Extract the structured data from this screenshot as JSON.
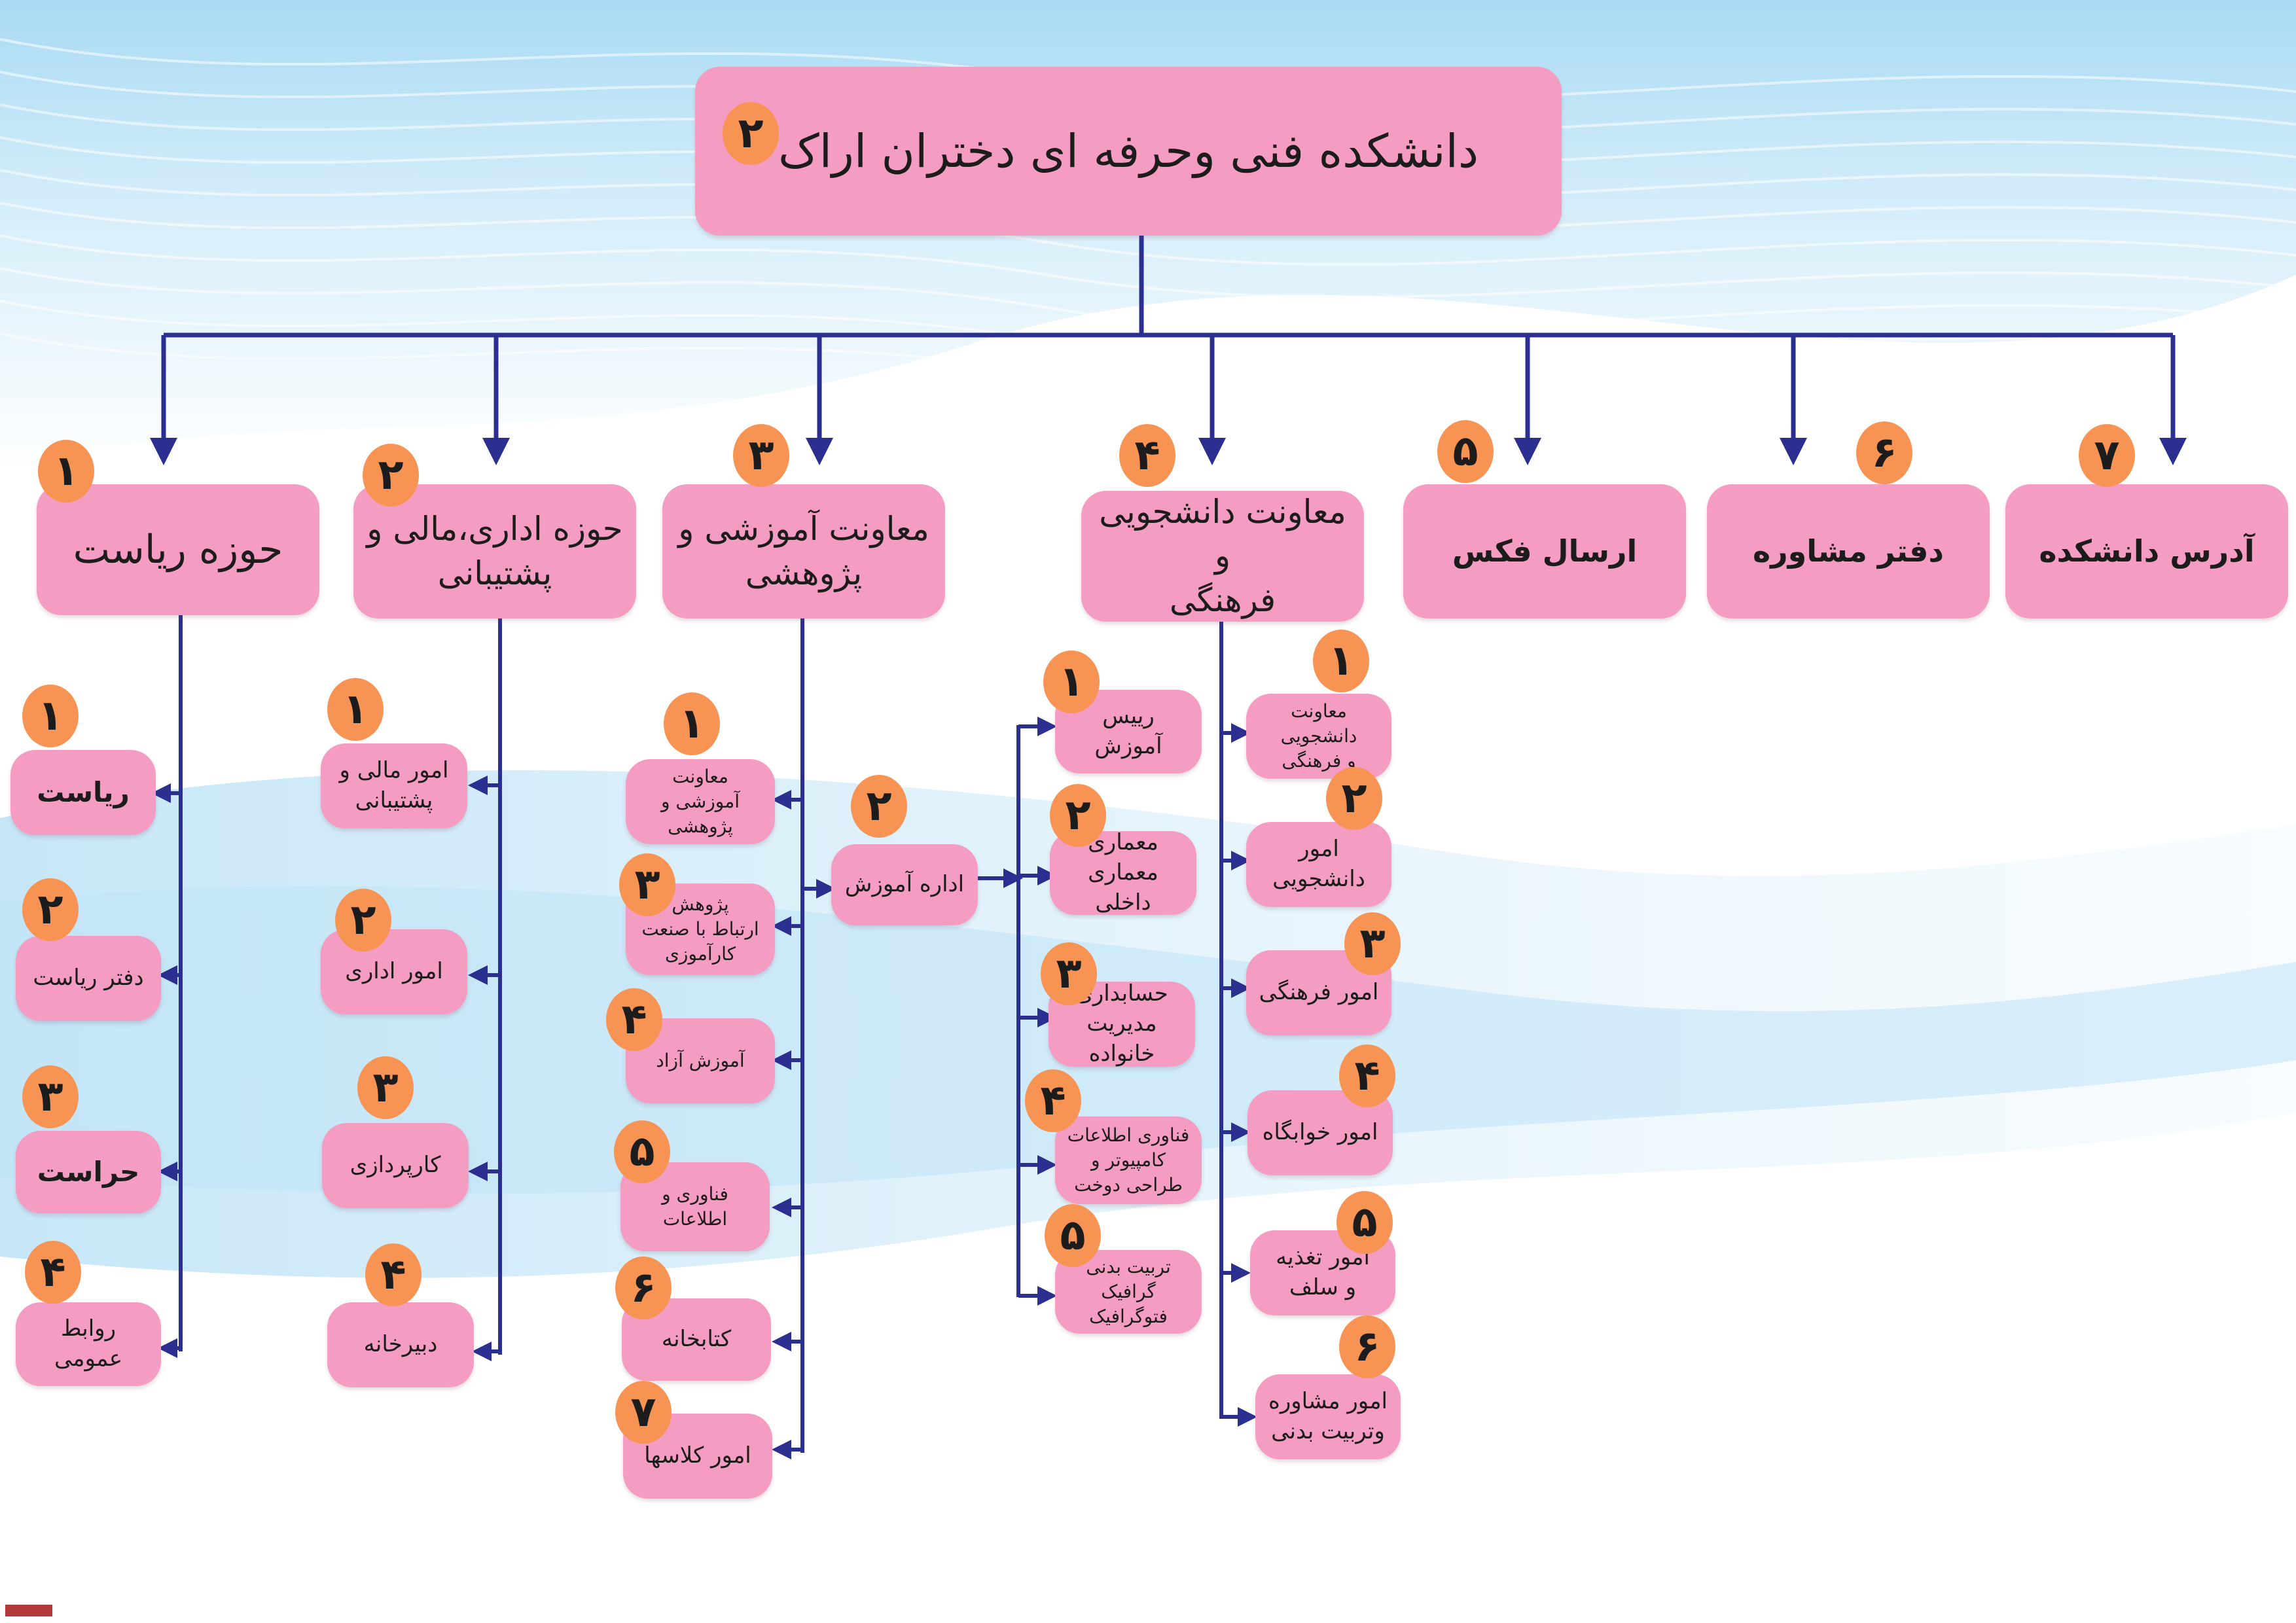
{
  "root": {
    "label": "دانشکده فنی وحرفه ای دختران اراک",
    "badge": "۲"
  },
  "columns": [
    {
      "label": "حوزه ریاست",
      "badge": "۱"
    },
    {
      "label": "حوزه اداری،مالی و\nپشتیبانی",
      "badge": "۲"
    },
    {
      "label": "معاونت آموزشی و\nپژوهشی",
      "badge": "۳"
    },
    {
      "label": "معاونت دانشجویی و\nفرهنگی",
      "badge": "۴"
    },
    {
      "label": "ارسال فکس",
      "badge": "۵"
    },
    {
      "label": "دفتر مشاوره",
      "badge": "۶"
    },
    {
      "label": "آدرس دانشکده",
      "badge": "۷"
    }
  ],
  "col1_items": [
    {
      "label": "ریاست",
      "badge": "۱"
    },
    {
      "label": "دفتر ریاست",
      "badge": "۲"
    },
    {
      "label": "حراست",
      "badge": "۳"
    },
    {
      "label": "روابط عمومی",
      "badge": "۴"
    }
  ],
  "col2_items": [
    {
      "label": "امور مالی و\nپشتیبانی",
      "badge": "۱"
    },
    {
      "label": "امور اداری",
      "badge": "۲"
    },
    {
      "label": "کارپردازی",
      "badge": "۳"
    },
    {
      "label": "دبیرخانه",
      "badge": "۴"
    }
  ],
  "col3_items": [
    {
      "label": "معاونت آموزشی و\nپژوهشی",
      "badge": "۱"
    },
    {
      "label": "پژوهش\nارتباط با صنعت\nکارآموزی",
      "badge": "۳"
    },
    {
      "label": "آموزش آزاد",
      "badge": "۴"
    },
    {
      "label": "فناوری و\nاطلاعات",
      "badge": "۵"
    },
    {
      "label": "کتابخانه",
      "badge": "۶"
    },
    {
      "label": "امور کلاسها",
      "badge": "۷"
    }
  ],
  "edu_office": {
    "label": "اداره آموزش",
    "badge": "۲"
  },
  "edu_items": [
    {
      "label": "رییس آموزش",
      "badge": "۱"
    },
    {
      "label": "معماری\nمعماری داخلی",
      "badge": "۲"
    },
    {
      "label": "حسابداری\nمدیریت خانواده",
      "badge": "۳"
    },
    {
      "label": "فناوری اطلاعات\nکامپیوتر و\nطراحی دوخت",
      "badge": "۴"
    },
    {
      "label": "تربیت بدنی\nگرافیک\nفتوگرافیک",
      "badge": "۵"
    }
  ],
  "col4_items": [
    {
      "label": "معاونت دانشجویی\nو فرهنگی",
      "badge": "۱"
    },
    {
      "label": "امور دانشجویی",
      "badge": "۲"
    },
    {
      "label": "امور فرهنگی",
      "badge": "۳"
    },
    {
      "label": "امور خوابگاه",
      "badge": "۴"
    },
    {
      "label": "امور تغذیه\nو سلف",
      "badge": "۵"
    },
    {
      "label": "امور مشاوره\nوتربیت بدنی",
      "badge": "۶"
    }
  ],
  "colors": {
    "box": "#f49cc1",
    "badge": "#f79453",
    "connector": "#2b2f8f"
  }
}
